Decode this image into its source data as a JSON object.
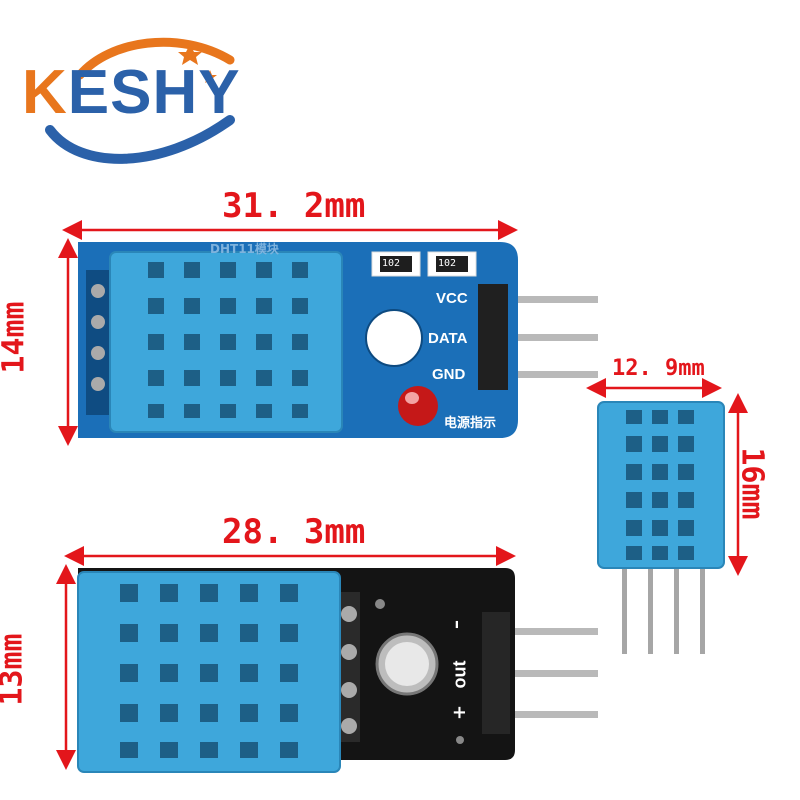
{
  "logo": {
    "brand": "KESHY",
    "brand_first": "K",
    "brand_rest": "ESHY"
  },
  "colors": {
    "dimension": "#e3161b",
    "blue_pcb": "#1b6fb8",
    "black_pcb": "#141414",
    "sensor_blue": "#3ea7db",
    "logo_orange": "#e8761d",
    "logo_blue": "#2b61a9"
  },
  "dimensions": {
    "top_module_width": "31. 2mm",
    "top_module_height": "14mm",
    "bottom_module_width": "28. 3mm",
    "bottom_module_height": "13mm",
    "sensor_width": "12. 9mm",
    "sensor_height": "16mm"
  },
  "top_module": {
    "pin_vcc": "VCC",
    "pin_data": "DATA",
    "pin_gnd": "GND",
    "resistor_1": "102",
    "resistor_2": "102",
    "silk_title": "DHT11模块",
    "led_label": "电源指示"
  },
  "bottom_module": {
    "pin_minus": "–",
    "pin_out": "out",
    "pin_plus": "+"
  }
}
